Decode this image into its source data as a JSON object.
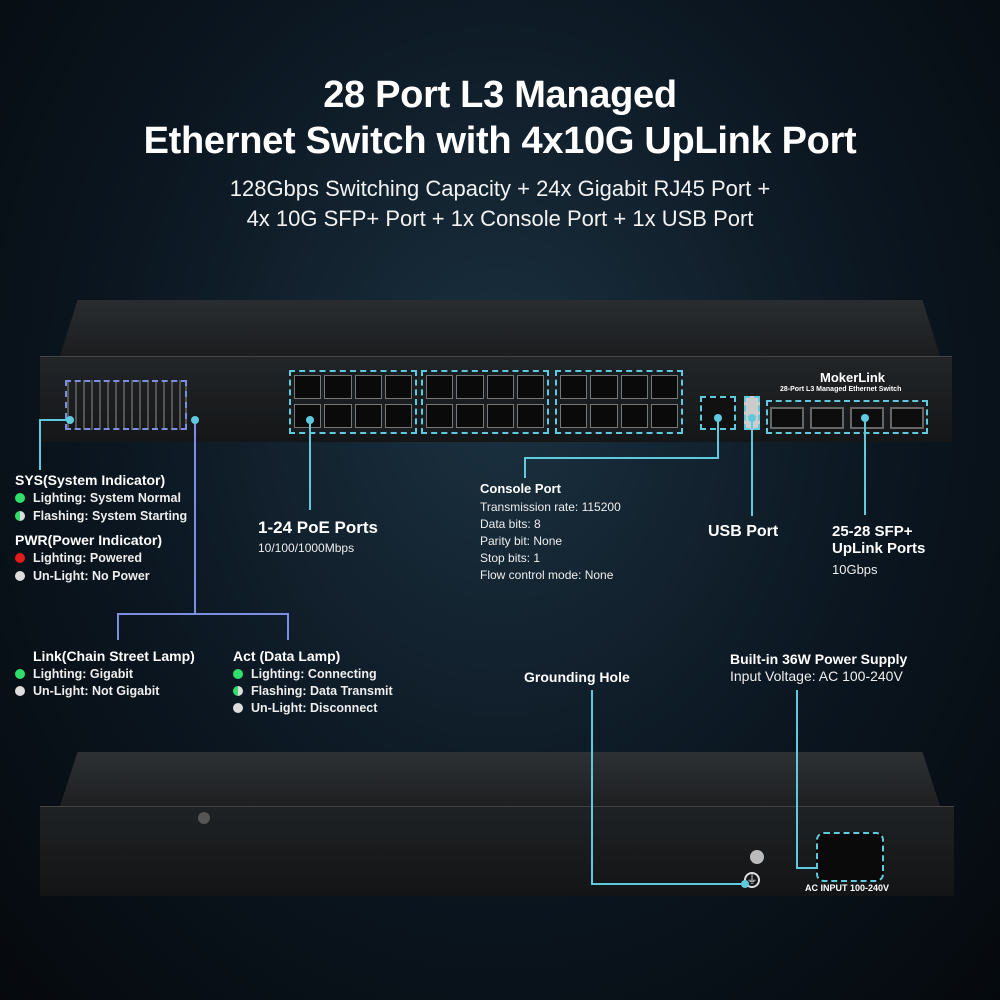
{
  "header": {
    "title_line1": "28 Port L3 Managed",
    "title_line2": "Ethernet Switch with 4x10G UpLink Port",
    "subtitle_line1": "128Gbps Switching Capacity + 24x Gigabit RJ45 Port +",
    "subtitle_line2": "4x 10G SFP+ Port + 1x Console Port + 1x USB Port"
  },
  "device": {
    "brand": "MokerLink",
    "model_label": "28-Port L3 Managed Ethernet Switch"
  },
  "sys": {
    "title": "SYS(System Indicator)",
    "items": [
      "Lighting: System Normal",
      "Flashing: System Starting"
    ]
  },
  "pwr": {
    "title": "PWR(Power Indicator)",
    "items": [
      "Lighting: Powered",
      "Un-Light: No Power"
    ]
  },
  "poe": {
    "title": "1-24 PoE Ports",
    "speed": "10/100/1000Mbps"
  },
  "console": {
    "title": "Console Port",
    "lines": [
      "Transmission rate: 115200",
      "Data bits: 8",
      "Parity bit: None",
      "Stop bits: 1",
      "Flow control mode: None"
    ]
  },
  "usb": {
    "title": "USB Port"
  },
  "sfp": {
    "title_line1": "25-28 SFP+",
    "title_line2": "UpLink Ports",
    "speed": "10Gbps"
  },
  "link": {
    "title": "Link(Chain Street Lamp)",
    "items": [
      "Lighting: Gigabit",
      "Un-Light: Not Gigabit"
    ]
  },
  "act": {
    "title": "Act (Data Lamp)",
    "items": [
      "Lighting: Connecting",
      "Flashing: Data Transmit",
      "Un-Light: Disconnect"
    ]
  },
  "grounding": {
    "title": "Grounding Hole"
  },
  "power": {
    "title": "Built-in 36W Power Supply",
    "voltage": "Input Voltage: AC 100-240V",
    "panel_label": "AC INPUT 100-240V"
  },
  "colors": {
    "callout_cyan": "#5fc9e0",
    "callout_blue": "#7b8fe0",
    "led_green": "#2ee06a",
    "led_red": "#e21b1b"
  }
}
